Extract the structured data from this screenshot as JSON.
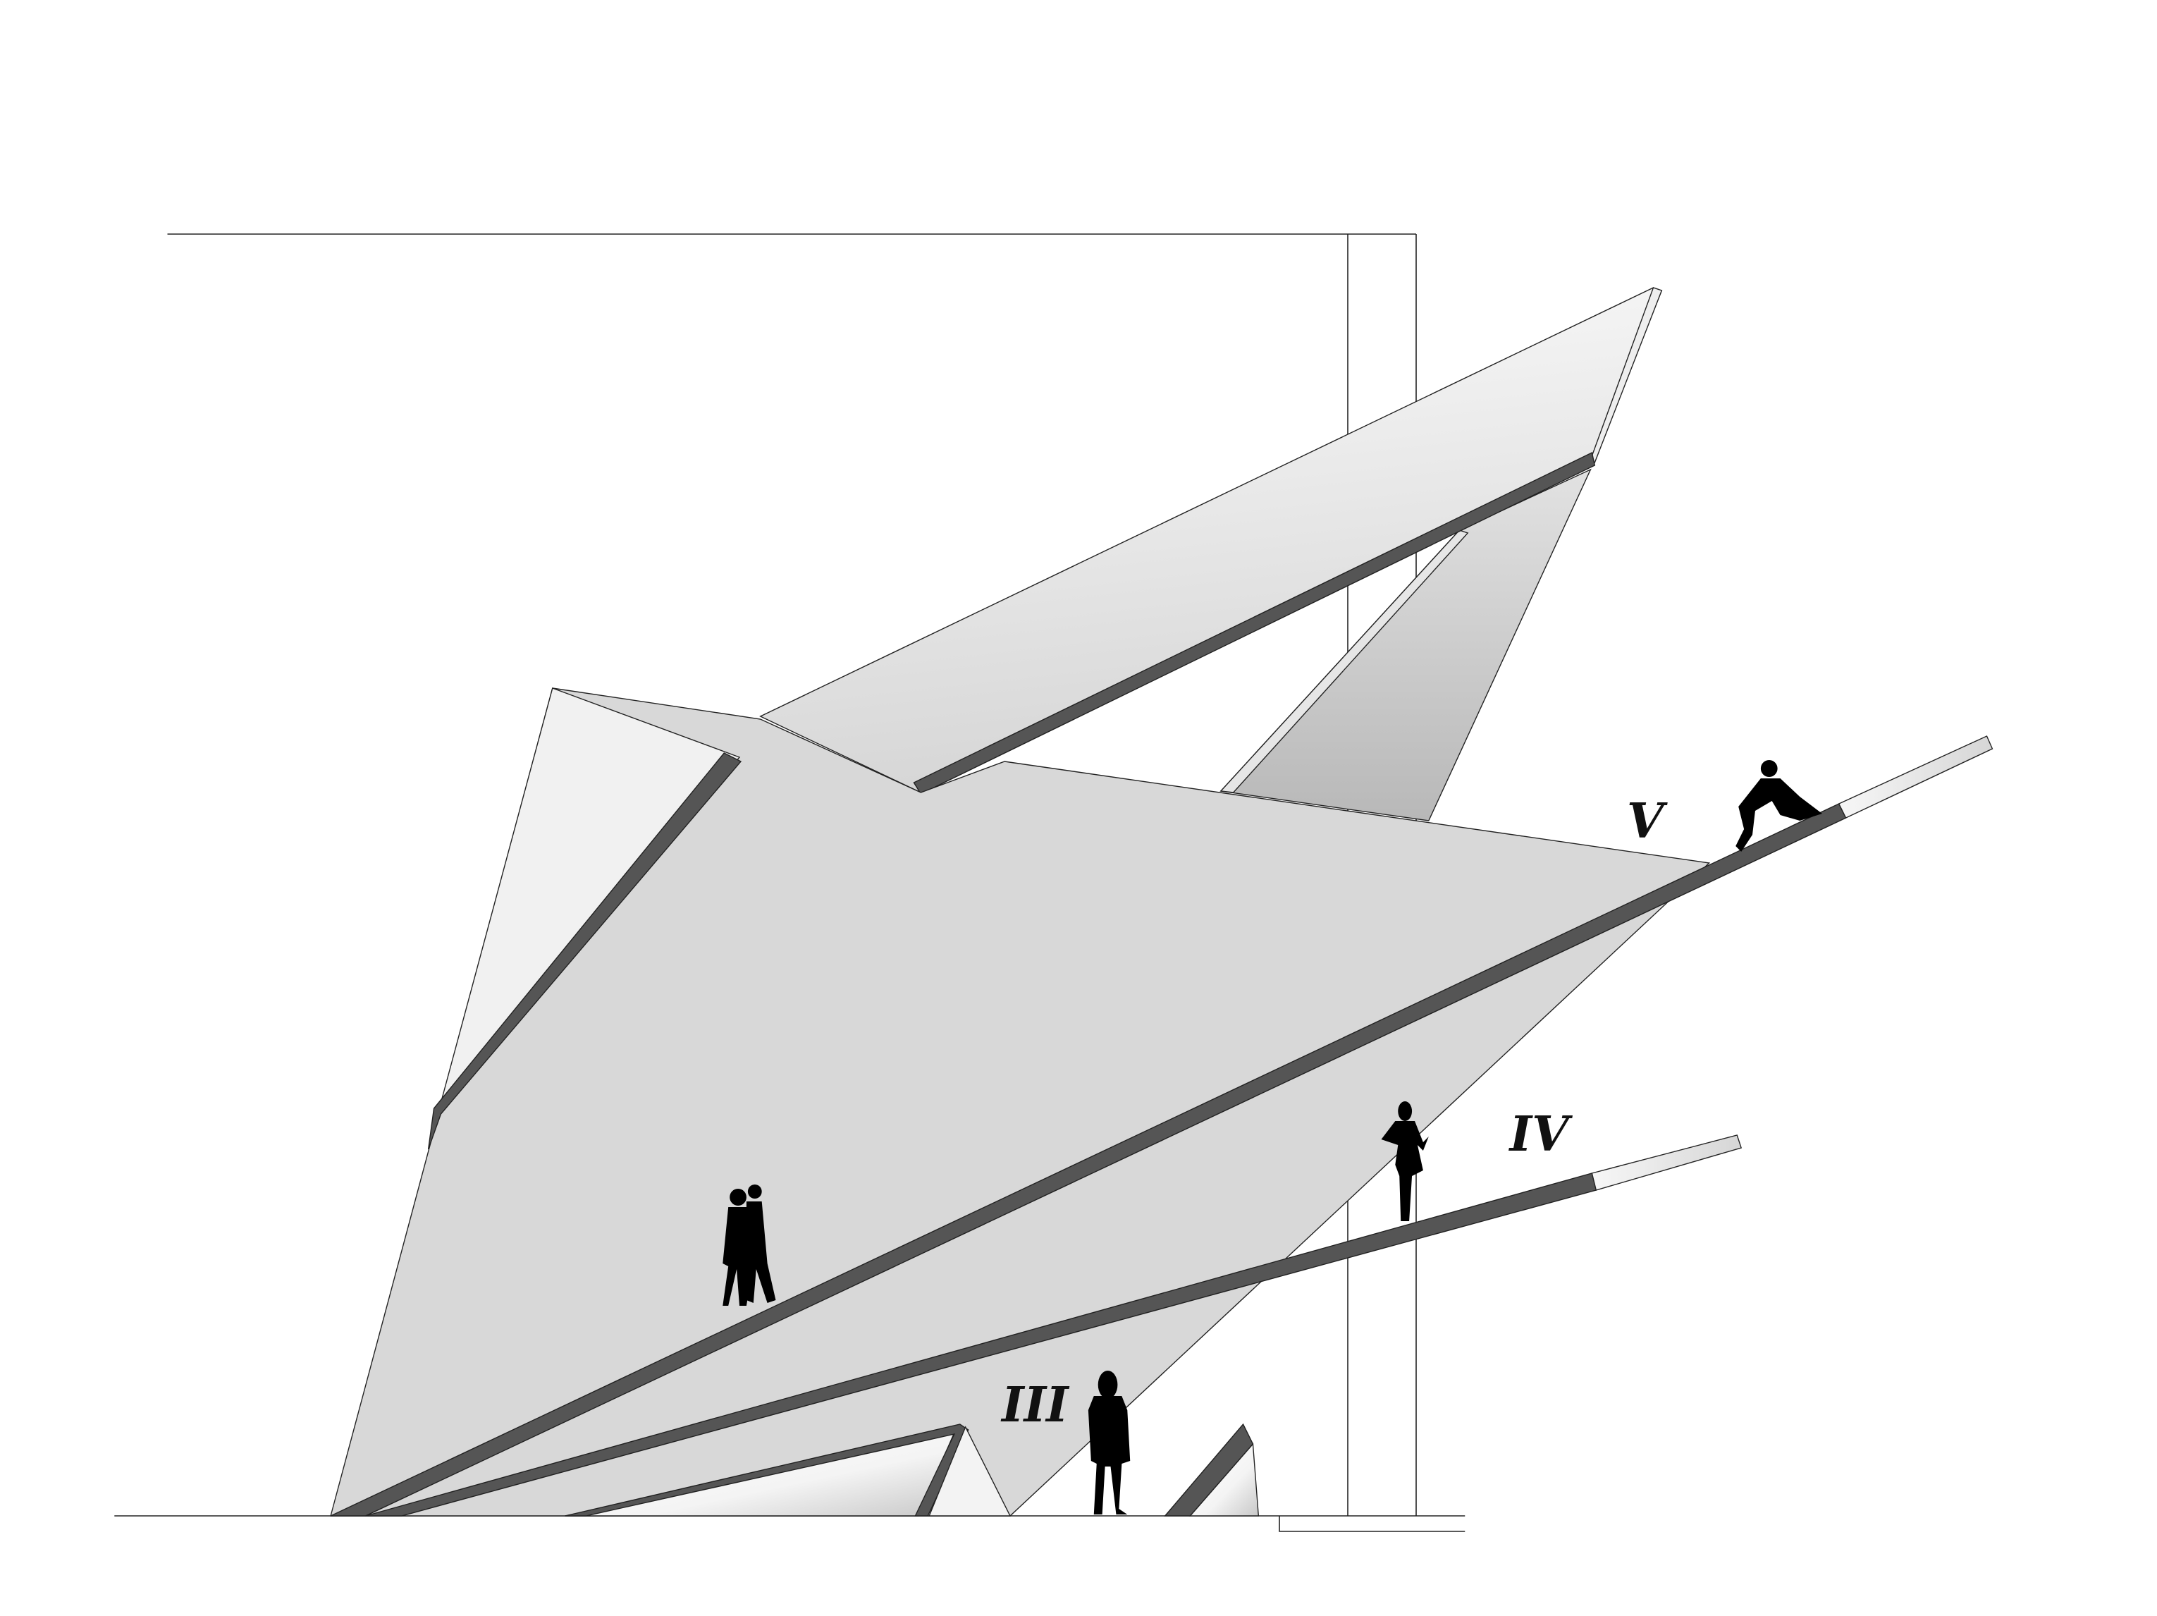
{
  "labels": {
    "level_5": "V",
    "level_4": "IV",
    "level_3": "III"
  },
  "colors": {
    "wall_face": "#d8d8d8",
    "ramp": "#555555",
    "light_face": "#f2f2f2",
    "shadow_face": "#bdbdbd",
    "figure": "#000000"
  }
}
